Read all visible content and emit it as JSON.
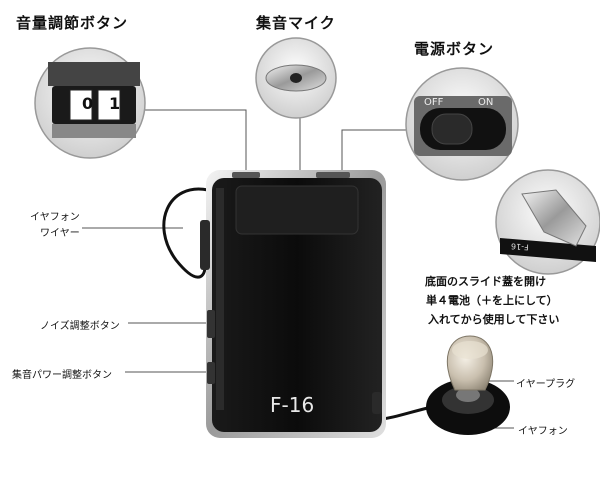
{
  "labels": {
    "volume_button": "音量調節ボタン",
    "mic": "集音マイク",
    "power_button": "電源ボタン",
    "earphone_wire_line1": "イヤフォン",
    "earphone_wire_line2": "ワイヤー",
    "noise_button": "ノイズ調整ボタン",
    "power_adjust_button": "集音パワー調整ボタン",
    "ear_plug": "イヤープラグ",
    "earphone": "イヤフォン"
  },
  "battery_note": {
    "line1": "底面のスライド蓋を開け",
    "line2": "単４電池（＋を上にして）",
    "line3": "入れてから使用して下さい"
  },
  "device": {
    "model": "F-16",
    "dial_digits": [
      "0",
      "1"
    ],
    "switch_off": "OFF",
    "switch_on": "ON",
    "battery_mark": "F-16"
  }
}
